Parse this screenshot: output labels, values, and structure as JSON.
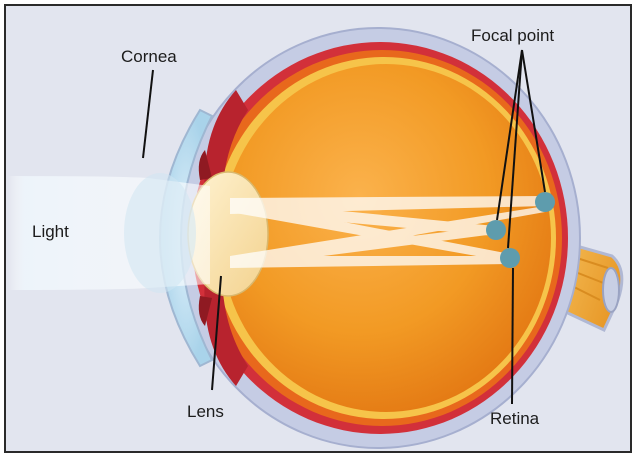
{
  "labels": {
    "cornea": "Cornea",
    "focal_point": "Focal point",
    "light": "Light",
    "lens": "Lens",
    "retina": "Retina"
  },
  "colors": {
    "background": "#e2e5ef",
    "frame": "#2a2a2a",
    "sclera": "#c5cce4",
    "vitreous": "#f2991f",
    "retina_band": "#e8681c",
    "choroid": "#d2303a",
    "lens": "#fae6b5",
    "optic_nerve": "#f4b54a",
    "light_beam": "#ffffff",
    "focal_dot": "#5e9cad"
  },
  "icons": {
    "focal_dots": "teal-circle",
    "leader_lines": "black-line"
  }
}
